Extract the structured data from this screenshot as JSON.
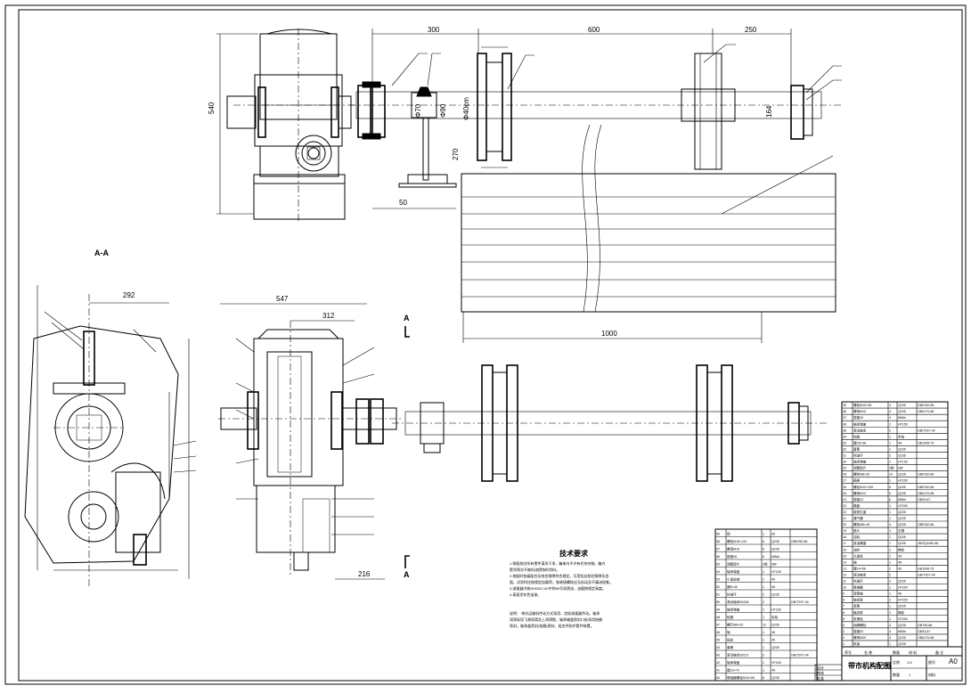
{
  "drawing": {
    "title": "带市机构配图",
    "scale": "1:5",
    "sheet_size": "A0",
    "section_label": "A-A",
    "section_marker": "A"
  },
  "dimensions": {
    "top": [
      "300",
      "600",
      "250"
    ],
    "gearbox_height": "540",
    "hub_dia": "Φ70",
    "shaft_dia": "Φ90",
    "drum_dia": "Φ40cm",
    "support_height": "270",
    "flange_height": "164",
    "base_width": "50",
    "belt_length": "1000",
    "section_width": "292",
    "plan_width": "547",
    "plan_inner": "312",
    "plan_bottom": "216"
  },
  "technical_requirements": {
    "heading": "技术要求",
    "lines": [
      "1.装配前应所有零件清洗干净，箱体内不许有任何杂物。箱内",
      "壁涂两次不被机油侵蚀的涂料。",
      "2.装配时各级配合及啮合侧隙符合规定。可用铅丝检验侧隙及齿",
      "面。试验时应按规定加载荷，各联接螺栓应无松动及不漏油现象。",
      "3.减速器内装SH0357-92中的50号润滑油，油量按规定高度。",
      "4.表面涂灰色油漆。"
    ],
    "note_lines": [
      "说明：  带式运输机传动方式采用，齿轮减速器传动。轴承",
      "润滑采用飞溅润滑及上润滑脂，轴承端盖密封口处采用毡圈",
      "密封。轴承盖密封(毡圈)密封，组合件防护套件装置。"
    ]
  },
  "bom_headers": [
    "序号",
    "名 称",
    "数量",
    "材 料",
    "备 注"
  ],
  "bom_right": [
    [
      "39",
      "螺栓M10×35",
      "4",
      "Q235",
      "GB5782-86"
    ],
    [
      "38",
      "螺母M10",
      "4",
      "Q235",
      "GB6170-86"
    ],
    [
      "37",
      "垫圈10",
      "4",
      "65Mn",
      ""
    ],
    [
      "36",
      "轴承端盖",
      "1",
      "HT150",
      ""
    ],
    [
      "35",
      "滚动轴承",
      "2",
      "",
      "GB/T297-94"
    ],
    [
      "34",
      "毡圈",
      "1",
      "毛毡",
      ""
    ],
    [
      "33",
      "键C8×36",
      "1",
      "45",
      "GB1096-79"
    ],
    [
      "32",
      "套筒",
      "1",
      "Q235",
      ""
    ],
    [
      "31",
      "挡油环",
      "2",
      "Q235",
      ""
    ],
    [
      "30",
      "轴承端盖",
      "1",
      "HT150",
      ""
    ],
    [
      "29",
      "调整垫片",
      "2组",
      "08F",
      ""
    ],
    [
      "28",
      "螺栓M8×25",
      "24",
      "Q235",
      "GB5782-86"
    ],
    [
      "27",
      "箱座",
      "1",
      "HT200",
      ""
    ],
    [
      "26",
      "螺栓M12×100",
      "6",
      "Q235",
      "GB5782-86"
    ],
    [
      "25",
      "螺母M12",
      "6",
      "Q235",
      "GB6170-86"
    ],
    [
      "24",
      "垫圈12",
      "6",
      "65Mn",
      "GB93-87"
    ],
    [
      "23",
      "箱盖",
      "1",
      "HT200",
      ""
    ],
    [
      "22",
      "窥视孔盖",
      "1",
      "Q235",
      ""
    ],
    [
      "21",
      "通气器",
      "1",
      "Q235",
      ""
    ],
    [
      "20",
      "螺栓M6×16",
      "4",
      "Q235",
      "GB5782-86"
    ],
    [
      "19",
      "垫片",
      "1",
      "石棉",
      ""
    ],
    [
      "18",
      "油标",
      "1",
      "Q235",
      ""
    ],
    [
      "17",
      "放油螺塞",
      "1",
      "Q235",
      "JB/ZQ4450-86"
    ],
    [
      "16",
      "油封",
      "1",
      "橡胶",
      ""
    ],
    [
      "15",
      "大齿轮",
      "1",
      "45",
      ""
    ],
    [
      "14",
      "轴",
      "1",
      "45",
      ""
    ],
    [
      "13",
      "键14×56",
      "1",
      "45",
      "GB1096-79"
    ],
    [
      "12",
      "滚动轴承",
      "2",
      "",
      "GB/T297-94"
    ],
    [
      "11",
      "挡油环",
      "2",
      "Q235",
      ""
    ],
    [
      "10",
      "联轴器",
      "1",
      "HT200",
      ""
    ],
    [
      "9",
      "滚筒轴",
      "1",
      "45",
      ""
    ],
    [
      "8",
      "轴承座",
      "2",
      "HT200",
      ""
    ],
    [
      "7",
      "滚筒",
      "1",
      "Q235",
      ""
    ],
    [
      "6",
      "输送带",
      "1",
      "橡胶",
      ""
    ],
    [
      "5",
      "张紧轮",
      "1",
      "HT200",
      ""
    ],
    [
      "4",
      "地脚螺栓",
      "4",
      "Q235",
      "GB799-88"
    ],
    [
      "3",
      "垫圈20",
      "4",
      "65Mn",
      "GB93-87"
    ],
    [
      "2",
      "螺母M20",
      "4",
      "Q235",
      "GB6170-86"
    ],
    [
      "1",
      "机架",
      "1",
      "Q235",
      ""
    ]
  ],
  "bom_left": [
    [
      "59",
      "销",
      "1",
      "35",
      ""
    ],
    [
      "58",
      "螺栓M16×120",
      "6",
      "Q235",
      "GB5782-86"
    ],
    [
      "57",
      "螺母M16",
      "6",
      "Q235",
      ""
    ],
    [
      "56",
      "垫圈16",
      "6",
      "65Mn",
      ""
    ],
    [
      "55",
      "调整垫片",
      "2组",
      "08F",
      ""
    ],
    [
      "54",
      "轴承端盖",
      "1",
      "HT150",
      ""
    ],
    [
      "53",
      "小齿轮轴",
      "1",
      "45",
      ""
    ],
    [
      "52",
      "键8×40",
      "1",
      "45",
      ""
    ],
    [
      "51",
      "挡油环",
      "2",
      "Q235",
      ""
    ],
    [
      "50",
      "滚动轴承30208",
      "2",
      "",
      "GB/T297-94"
    ],
    [
      "49",
      "轴承端盖",
      "1",
      "HT150",
      ""
    ],
    [
      "48",
      "毡圈",
      "1",
      "毛毡",
      ""
    ],
    [
      "47",
      "螺钉M6×20",
      "12",
      "Q235",
      ""
    ],
    [
      "46",
      "轴",
      "1",
      "45",
      ""
    ],
    [
      "45",
      "齿轮",
      "1",
      "45",
      ""
    ],
    [
      "44",
      "套筒",
      "1",
      "Q235",
      ""
    ],
    [
      "43",
      "滚动轴承30212",
      "2",
      "",
      "GB/T297-94"
    ],
    [
      "42",
      "轴承端盖",
      "1",
      "HT150",
      ""
    ],
    [
      "41",
      "键16×70",
      "1",
      "45",
      ""
    ],
    [
      "40",
      "联轴器螺栓M10×55",
      "6",
      "Q235",
      ""
    ]
  ],
  "title_block": {
    "rows": [
      "设计",
      "审核",
      "批准"
    ],
    "scale_label": "比例",
    "qty_label": "数量",
    "qty": "1",
    "sheet_label": "图号",
    "material_label": "材料"
  }
}
